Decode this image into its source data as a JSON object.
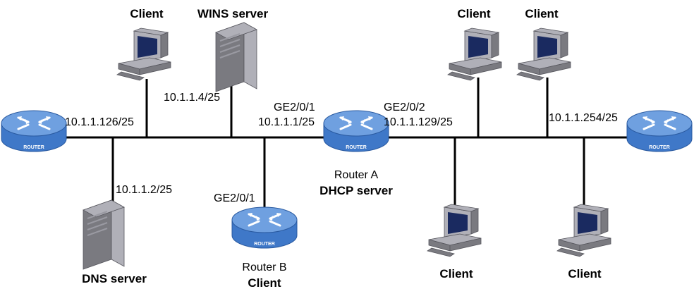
{
  "colors": {
    "router_body": "#3f78c8",
    "router_top": "#6fa0e0",
    "router_dark": "#2a5aa0",
    "device_gray": "#7a7a80",
    "device_light": "#b0b0b8",
    "screen": "#1a2a60",
    "line": "#000000"
  },
  "devices": {
    "router_left": {
      "badge": "ROUTER",
      "icon": "router-icon"
    },
    "router_right": {
      "badge": "ROUTER",
      "icon": "router-icon"
    },
    "router_a": {
      "badge": "ROUTER",
      "name": "Router A",
      "role": "DHCP server",
      "icon": "router-icon"
    },
    "router_b": {
      "badge": "ROUTER",
      "name": "Router B",
      "role": "Client",
      "port": "GE2/0/1",
      "icon": "router-icon"
    },
    "client_top_left": {
      "label": "Client",
      "icon": "desktop-pc-icon"
    },
    "wins_server": {
      "label": "WINS server",
      "ip": "10.1.1.4/25",
      "icon": "server-tower-icon"
    },
    "dns_server": {
      "label": "DNS server",
      "ip": "10.1.1.2/25",
      "icon": "server-tower-icon"
    },
    "client_top_mid": {
      "label": "Client",
      "icon": "desktop-pc-icon"
    },
    "client_top_right": {
      "label": "Client",
      "icon": "desktop-pc-icon"
    },
    "client_bottom_mid": {
      "label": "Client",
      "icon": "desktop-pc-icon"
    },
    "client_bottom_right": {
      "label": "Client",
      "icon": "desktop-pc-icon"
    }
  },
  "interfaces": {
    "left_router_ip": "10.1.1.126/25",
    "router_a_ge1_port": "GE2/0/1",
    "router_a_ge1_ip": "10.1.1.1/25",
    "router_a_ge2_port": "GE2/0/2",
    "router_a_ge2_ip": "10.1.1.129/25",
    "right_router_ip": "10.1.1.254/25"
  }
}
